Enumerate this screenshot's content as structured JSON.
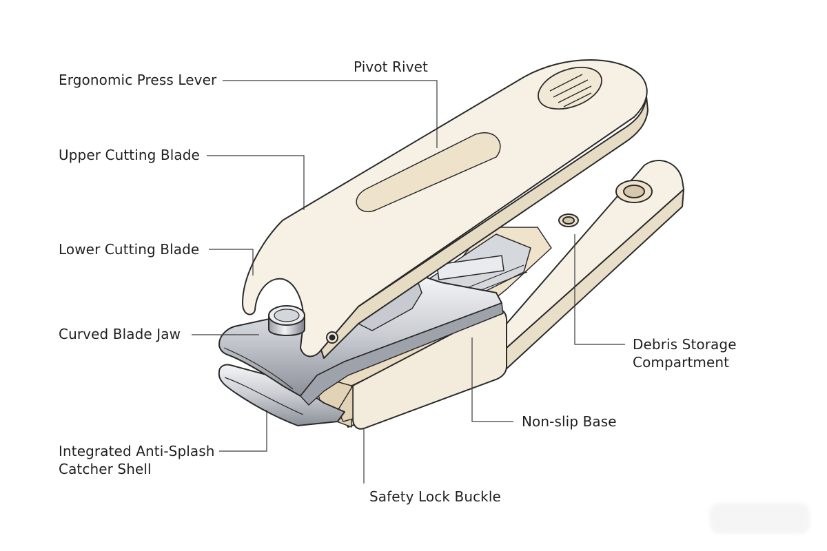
{
  "diagram": {
    "labels": {
      "press_lever": "Ergonomic Press Lever",
      "pivot_rivet": "Pivot Rivet",
      "upper_blade": "Upper Cutting Blade",
      "lower_blade": "Lower Cutting Blade",
      "blade_jaw": "Curved Blade Jaw",
      "debris_line1": "Debris Storage",
      "debris_line2": "Compartment",
      "non_slip_base": "Non-slip Base",
      "catcher_line1": "Integrated Anti-Splash",
      "catcher_line2": "Catcher Shell",
      "safety_lock": "Safety Lock Buckle"
    }
  },
  "colors": {
    "cream": "#f6f1e4",
    "cream_shadow": "#e6dcc4",
    "tan_inset": "#efe2cb",
    "steel_light": "#e8e9ec",
    "steel_mid": "#b8bcc3",
    "steel_dark": "#6e737b",
    "outline": "#2a2a2a"
  }
}
